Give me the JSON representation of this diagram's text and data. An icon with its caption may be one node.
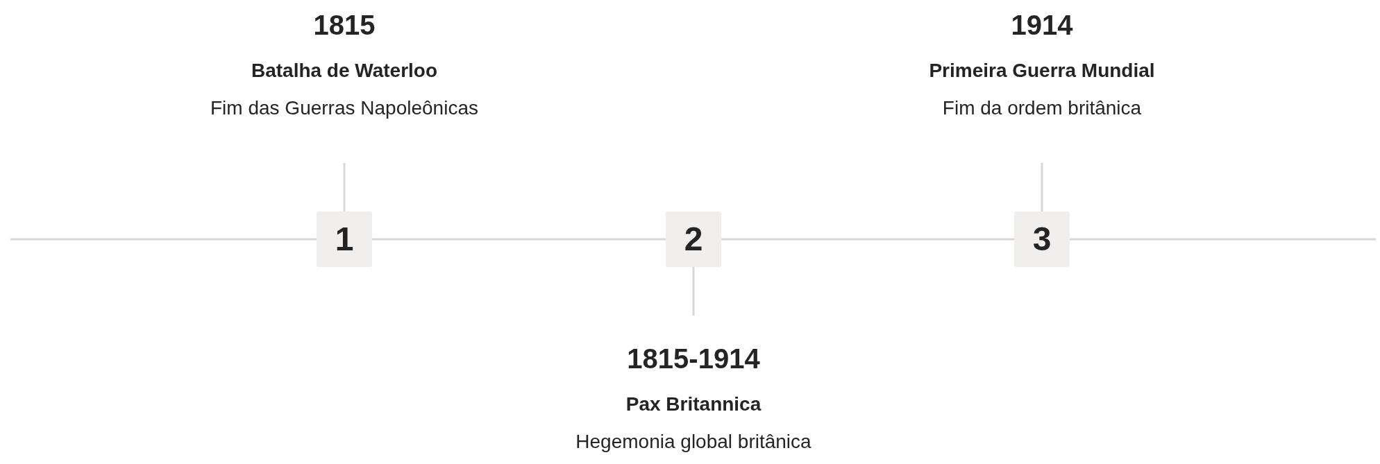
{
  "diagram": {
    "nodes": [
      {
        "text": [
          "1815",
          "Batalha de Waterloo",
          "Fim das Guerras Napoleônicas"
        ]
      },
      {
        "text": [
          "1914",
          "Primeira Guerra Mundial",
          "Fim da ordem britânica"
        ]
      },
      {
        "text": [
          "1"
        ]
      },
      {
        "text": [
          "2"
        ]
      },
      {
        "text": [
          "3"
        ]
      },
      {
        "text": [
          "1815-1914",
          "Pax Britannica",
          "Hegemonia global britânica"
        ]
      }
    ],
    "edges": [
      {
        "from": 0,
        "to": 2,
        "arrow": "none"
      },
      {
        "from": 1,
        "to": 4,
        "arrow": "none"
      },
      {
        "from": 3,
        "to": 5,
        "arrow": "none"
      },
      {
        "from": null,
        "to": 2,
        "arrow": "none"
      },
      {
        "from": 2,
        "to": 3,
        "arrow": "none"
      },
      {
        "from": 3,
        "to": 4,
        "arrow": "none"
      },
      {
        "from": 4,
        "to": null,
        "arrow": "none"
      }
    ]
  }
}
